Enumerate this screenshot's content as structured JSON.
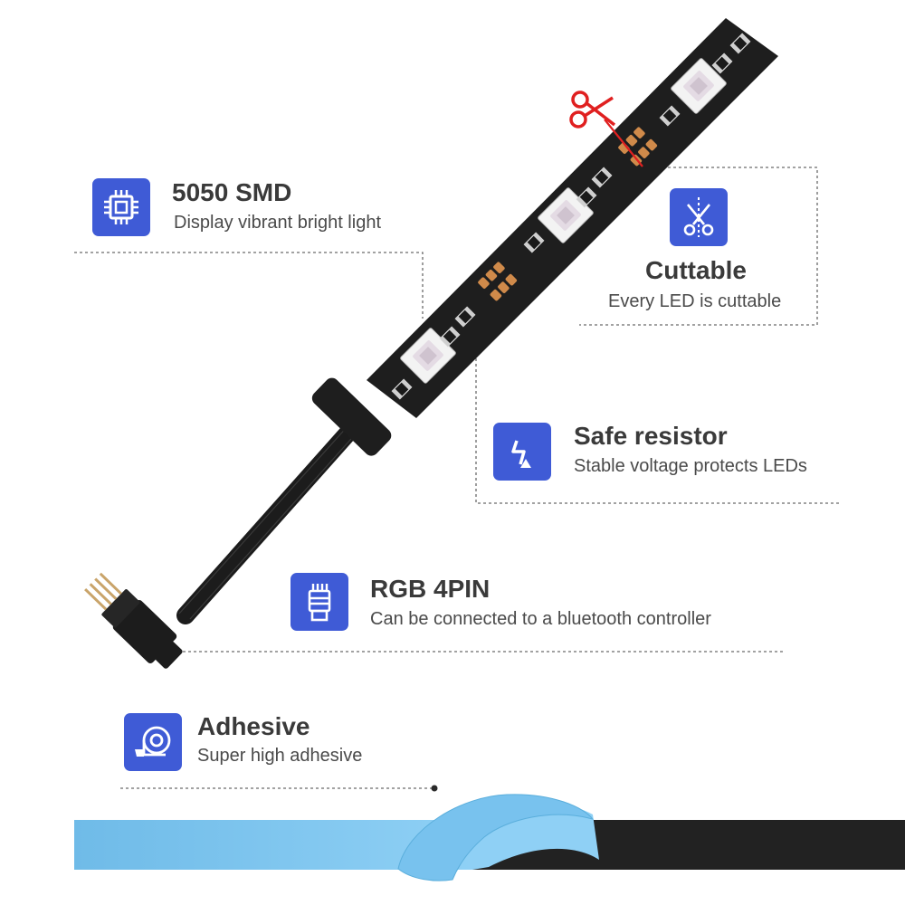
{
  "features": {
    "smd": {
      "title": "5050 SMD",
      "desc": "Display vibrant bright light",
      "icon": "chip-icon"
    },
    "cuttable": {
      "title": "Cuttable",
      "desc": "Every LED is cuttable",
      "icon": "scissors-icon"
    },
    "resistor": {
      "title": "Safe resistor",
      "desc": "Stable voltage protects LEDs",
      "icon": "lightning-icon"
    },
    "rgb": {
      "title": "RGB 4PIN",
      "desc": "Can be connected to a bluetooth controller",
      "icon": "connector-icon"
    },
    "adhesive": {
      "title": "Adhesive",
      "desc": "Super high adhesive",
      "icon": "tape-roll-icon"
    }
  },
  "colors": {
    "accent": "#3f5bd6",
    "strip": "#1e1e1e",
    "tape": "#7cc6f0",
    "cut_mark": "#e02020",
    "pad": "#d08a4a"
  }
}
